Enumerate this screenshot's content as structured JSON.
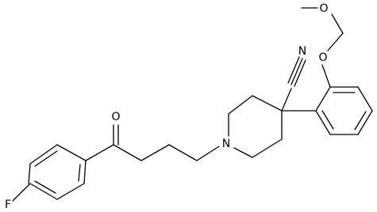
{
  "structure": {
    "atoms": {
      "fluorine": "F",
      "ketone_oxygen": "O",
      "piperidine_nitrogen": "N",
      "nitrile_nitrogen": "N",
      "nitrile_carbon": "C",
      "ether_oxygen_aryl": "O",
      "ether_oxygen_methyl": "O"
    }
  }
}
